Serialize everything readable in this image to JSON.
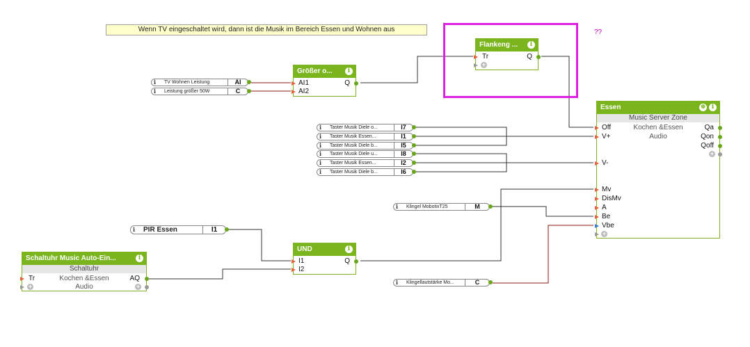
{
  "note": "Wenn TV eingeschaltet wird, dann ist die Musik im Bereich Essen und Wohnen aus",
  "qmark": "??",
  "inputs": {
    "tv": {
      "label": "TV Wohnen Leistung",
      "value": "AI"
    },
    "leistung": {
      "label": "Leistung größer 50W",
      "value": "C"
    },
    "t1": {
      "label": "Taster Musik Diele o...",
      "value": "I7"
    },
    "t2": {
      "label": "Taster Musik Essen...",
      "value": "I1"
    },
    "t3": {
      "label": "Taster Musik Diele b...",
      "value": "I5"
    },
    "t4": {
      "label": "Taster Musik Diele u...",
      "value": "I8"
    },
    "t5": {
      "label": "Taster Musik Essen...",
      "value": "I2"
    },
    "t6": {
      "label": "Taster Musik Diele b...",
      "value": "I6"
    },
    "klingel": {
      "label": "Klingel MobotixT25",
      "value": "M"
    },
    "pir": {
      "label": "PIR Essen",
      "value": "I1"
    },
    "klingelvol": {
      "label": "Klingellautstärke Mo...",
      "value": "C"
    }
  },
  "blocks": {
    "groesser": {
      "title": "Größer o...",
      "in1": "AI1",
      "in2": "AI2",
      "out": "Q"
    },
    "flanke": {
      "title": "Flankeng ...",
      "in1": "Tr",
      "out": "Q"
    },
    "und": {
      "title": "UND",
      "in1": "I1",
      "in2": "I2",
      "out": "Q"
    },
    "schaltuhr": {
      "title": "Schaltuhr Music Auto-Ein...",
      "sub": "Schaltuhr",
      "ctr1": "Kochen &Essen",
      "ctr2": "Audio",
      "in1": "Tr",
      "out": "AQ"
    },
    "essen": {
      "title": "Essen",
      "sub": "Music Server Zone",
      "ctr1": "Kochen &Essen",
      "ctr2": "Audio",
      "inputs": [
        "Off",
        "V+",
        "V-",
        "Mv",
        "DisMv",
        "A",
        "Be",
        "Vbe"
      ],
      "outputs": [
        "Qa",
        "Qon",
        "Qoff"
      ]
    }
  },
  "info_glyph": "i",
  "plus_glyph": "+",
  "colors": {
    "block_green": "#7ab51d",
    "highlight": "#e020e0",
    "wire_dark": "#333333",
    "wire_red": "#8b1a1a"
  }
}
